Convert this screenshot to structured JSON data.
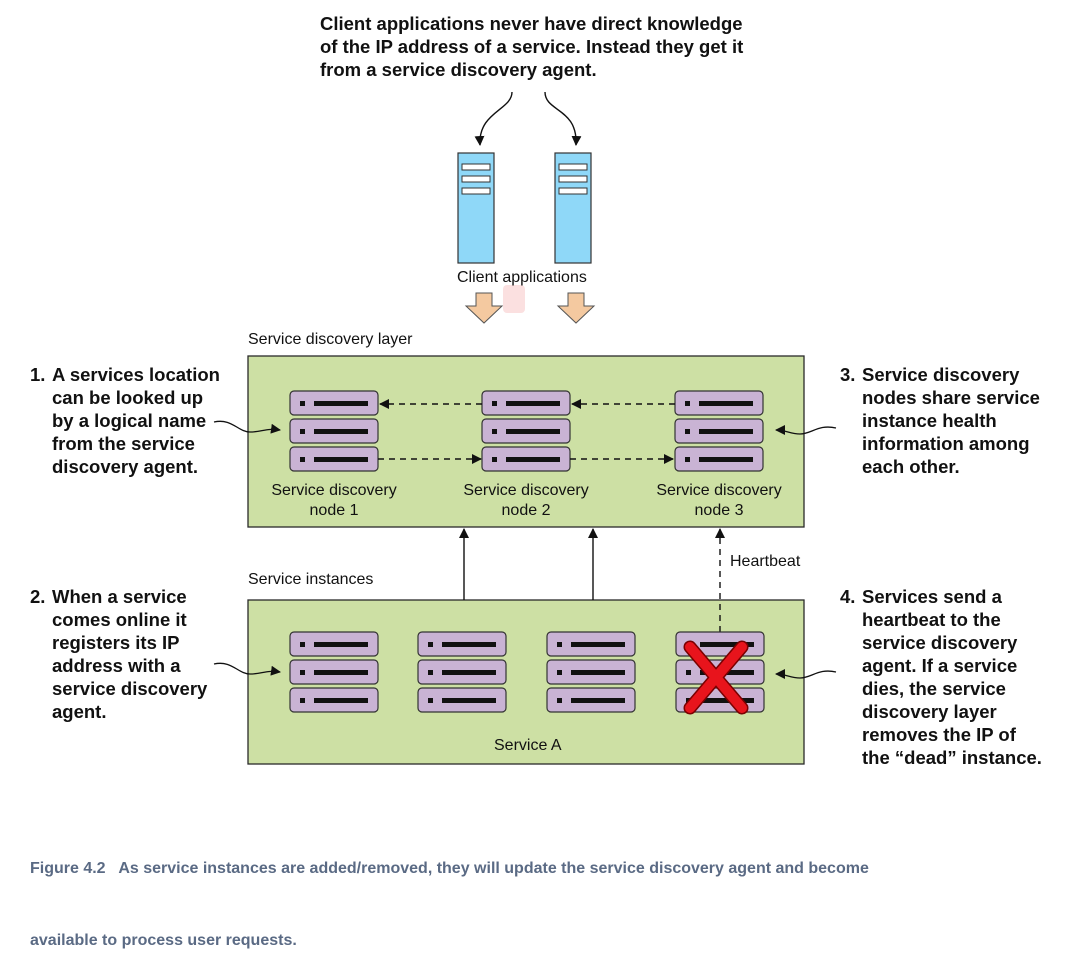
{
  "top_note": [
    "Client applications never have direct knowledge",
    "of the IP address of a service. Instead they get it",
    "from a service discovery agent."
  ],
  "client_apps_label": "Client applications",
  "discovery_layer_label": "Service discovery layer",
  "instances_label": "Service instances",
  "heartbeat_label": "Heartbeat",
  "service_a_label": "Service A",
  "nodes": [
    {
      "line1": "Service discovery",
      "line2": "node 1"
    },
    {
      "line1": "Service discovery",
      "line2": "node 2"
    },
    {
      "line1": "Service discovery",
      "line2": "node 3"
    }
  ],
  "callouts": [
    {
      "num": "1.",
      "lines": [
        "A services location",
        "can be looked up",
        "by a logical name",
        "from the service",
        "discovery agent."
      ]
    },
    {
      "num": "2.",
      "lines": [
        "When a service",
        "comes online it",
        "registers its IP",
        "address with a",
        "service discovery",
        "agent."
      ]
    },
    {
      "num": "3.",
      "lines": [
        "Service discovery",
        "nodes share service",
        "instance health",
        "information among",
        "each other."
      ]
    },
    {
      "num": "4.",
      "lines": [
        "Services send a",
        "heartbeat to the",
        "service discovery",
        "agent. If a service",
        "dies, the service",
        "discovery layer",
        "removes the IP of",
        "the “dead” instance."
      ]
    }
  ],
  "caption": [
    "Figure 4.2   As service instances are added/removed, they will update the service discovery agent and become",
    "available to process user requests."
  ],
  "colors": {
    "panel_fill": "#cde0a4",
    "panel_stroke": "#2a2a2a",
    "server_fill": "#8fd8f8",
    "rack_fill": "#c9b3d4",
    "down_arrow": "#f4c9a0",
    "dead_mark": "#e8141c",
    "caption": "#5a6a84"
  },
  "icons": [
    "client-server-icon",
    "server-rack-icon",
    "dead-instance-icon",
    "down-arrow-icon"
  ]
}
